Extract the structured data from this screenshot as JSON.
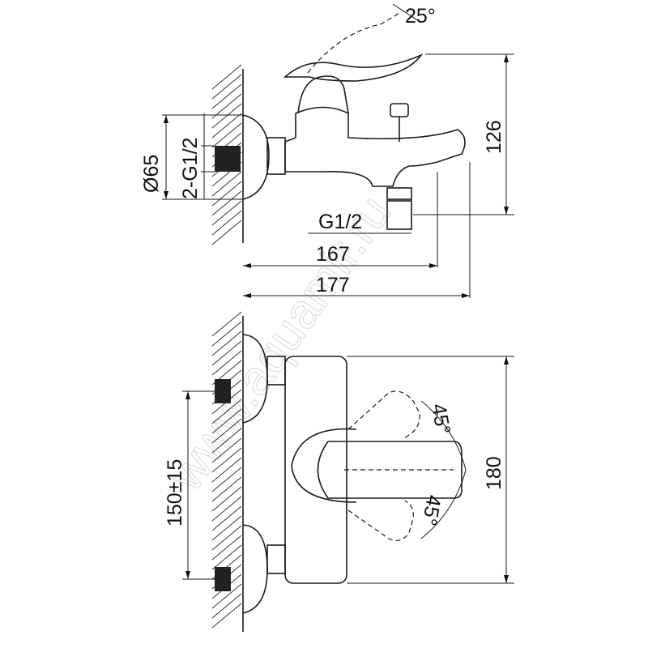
{
  "watermark": "www.aquamir.ru",
  "side_view": {
    "angle_label": "25°",
    "height_label": "126",
    "diameter_label": "Ø65",
    "inlet_thread_label": "2-G1/2",
    "outlet_thread_label": "G1/2",
    "spout_length_label": "167",
    "total_length_label": "177"
  },
  "front_view": {
    "center_distance_label": "150±15",
    "height_label": "180",
    "rotation_up_label": "45°",
    "rotation_down_label": "45°"
  }
}
